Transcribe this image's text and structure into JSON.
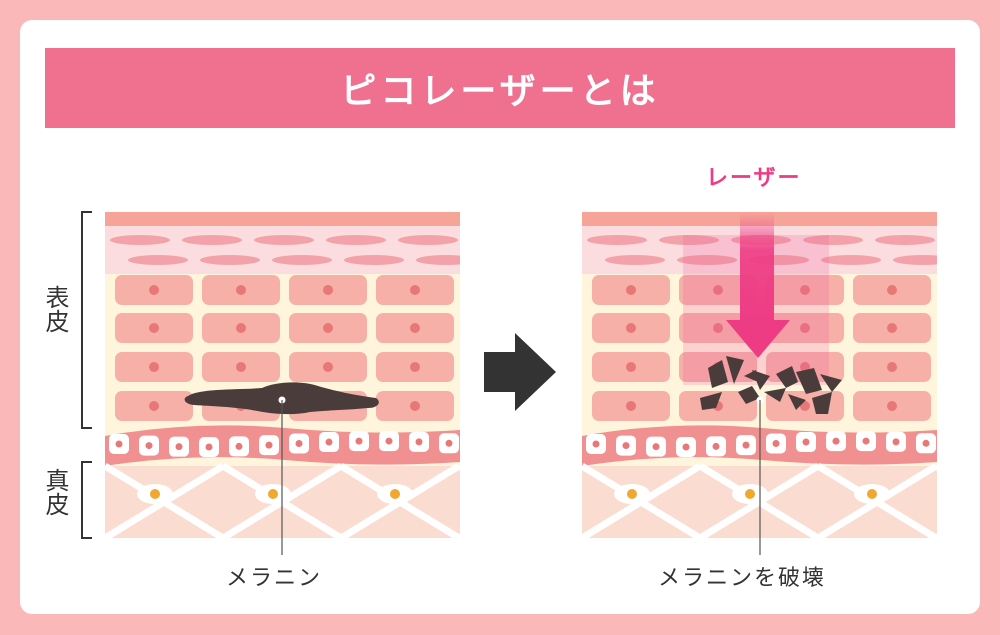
{
  "title": "ピコレーザーとは",
  "labels": {
    "epidermis": "表皮",
    "dermis": "真皮",
    "laser": "レーザー",
    "melanin": "メラニン",
    "melanin_destroyed": "メラニンを破壊"
  },
  "colors": {
    "background": "#fbb8b8",
    "banner": "#f07090",
    "laser": "#ee3c84",
    "melanin": "#4a3c3a",
    "cell": "#f6b0a8",
    "nucleus": "#e87878",
    "dermis": "#fbdcd0",
    "dermis_core": "#f0a830"
  },
  "icons": [
    "arrow-right-icon",
    "laser-arrow-icon"
  ]
}
